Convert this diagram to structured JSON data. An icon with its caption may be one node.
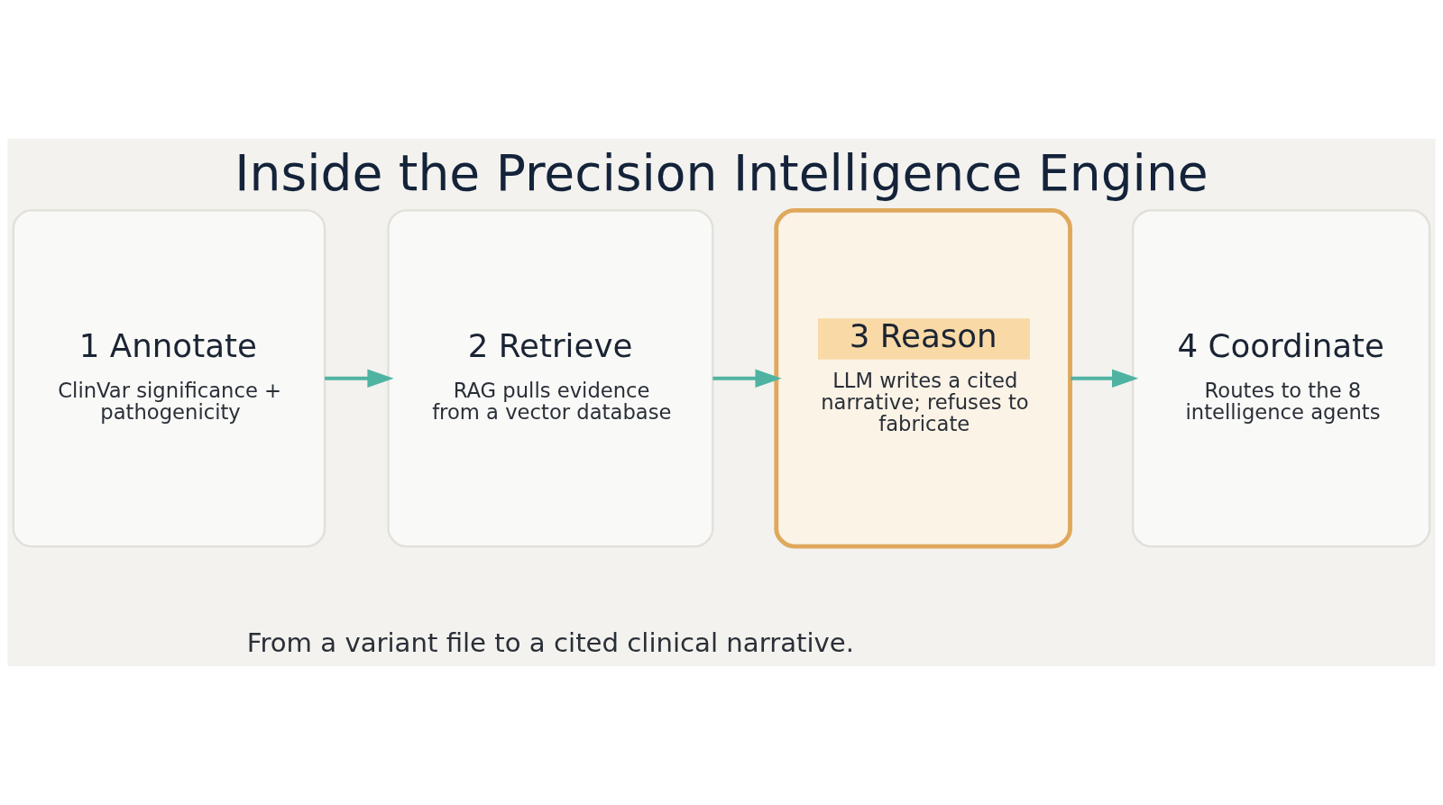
{
  "diagram": {
    "title": "Inside the Precision Intelligence Engine",
    "caption": "From a variant file to a cited clinical narrative.",
    "nodes": [
      {
        "text": [
          "1 Annotate",
          "ClinVar significance + pathogenicity"
        ]
      },
      {
        "text": [
          "2 Retrieve",
          "RAG pulls evidence from a vector database"
        ]
      },
      {
        "text": [
          "3 Reason",
          "LLM writes a cited narrative; refuses to fabricate"
        ]
      },
      {
        "text": [
          "4 Coordinate",
          "Routes to the 8 intelligence agents"
        ]
      }
    ],
    "edges": [
      {
        "from": 0,
        "to": 1,
        "arrow": "to"
      },
      {
        "from": 1,
        "to": 2,
        "arrow": "to"
      },
      {
        "from": 2,
        "to": 3,
        "arrow": "to"
      }
    ]
  }
}
